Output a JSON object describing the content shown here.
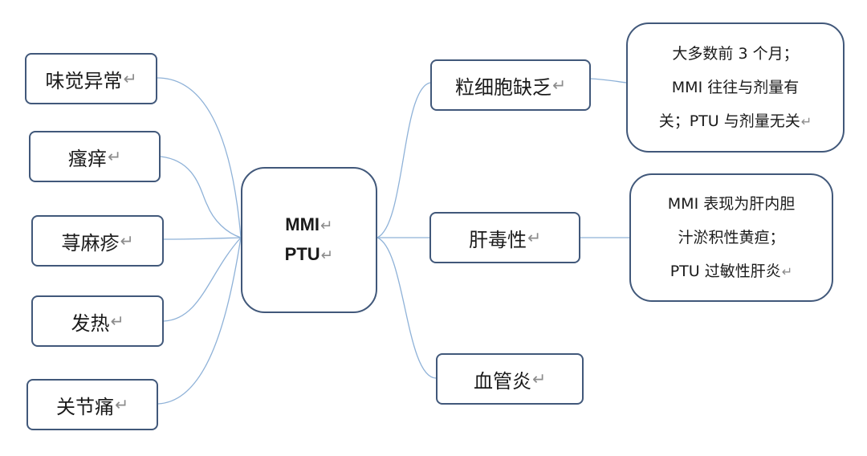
{
  "center": {
    "line1": "MMI",
    "line2": "PTU"
  },
  "return_mark": "↵",
  "left_nodes": [
    "味觉异常",
    "瘙痒",
    "荨麻疹",
    "发热",
    "关节痛"
  ],
  "right_nodes": [
    "粒细胞缺乏",
    "肝毒性",
    "血管炎"
  ],
  "notes": {
    "agranulocytosis": [
      "大多数前 3 个月；",
      "MMI 往往与剂量有",
      "关；PTU 与剂量无关"
    ],
    "hepatotoxicity": [
      "MMI 表现为肝内胆",
      "汁淤积性黄疸；",
      "PTU 过敏性肝炎"
    ]
  },
  "colors": {
    "border": "#41587a",
    "link": "#8fb2d8"
  }
}
